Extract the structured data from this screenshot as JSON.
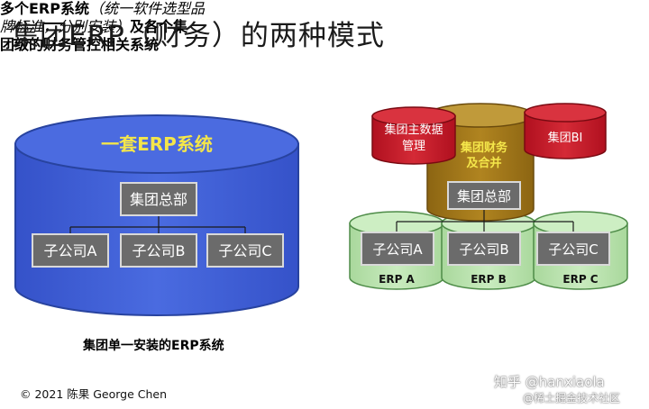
{
  "title": "集团ERP（财务）的两种模式",
  "left_model": {
    "system_label": "一套ERP系统",
    "hq": "集团总部",
    "subsidiaries": [
      "子公司A",
      "子公司B",
      "子公司C"
    ],
    "caption": "集团单一安装的ERP系统"
  },
  "right_model": {
    "master_data": [
      "集团主数据",
      "管理"
    ],
    "finance": [
      "集团财务",
      "及合并"
    ],
    "bi": "集团BI",
    "hq": "集团总部",
    "subsidiaries": [
      "子公司A",
      "子公司B",
      "子公司C"
    ],
    "erps": [
      "ERP  A",
      "ERP  B",
      "ERP  C"
    ],
    "caption_line1": "多个ERP系统",
    "caption_italic1": "（统一软件选型品",
    "caption_italic2": "牌标准，分别安装）",
    "caption_line2_end": "及各个集",
    "caption_line3": "团级的财务管控相关系统"
  },
  "copyright": "© 2021 陈果 George Chen",
  "watermark": "知乎 @hanxiaola",
  "watermark2": "@稀土掘金技术社区",
  "colors": {
    "blue_cyl": "#3f5fd6",
    "blue_edge": "#28439f",
    "yellow_text": "#f4e64a",
    "gray_box": "#6b6b6b",
    "green_cyl": "#bfe3b4",
    "red_cyl": "#c8192a",
    "brown_cyl": "#a3781a"
  }
}
